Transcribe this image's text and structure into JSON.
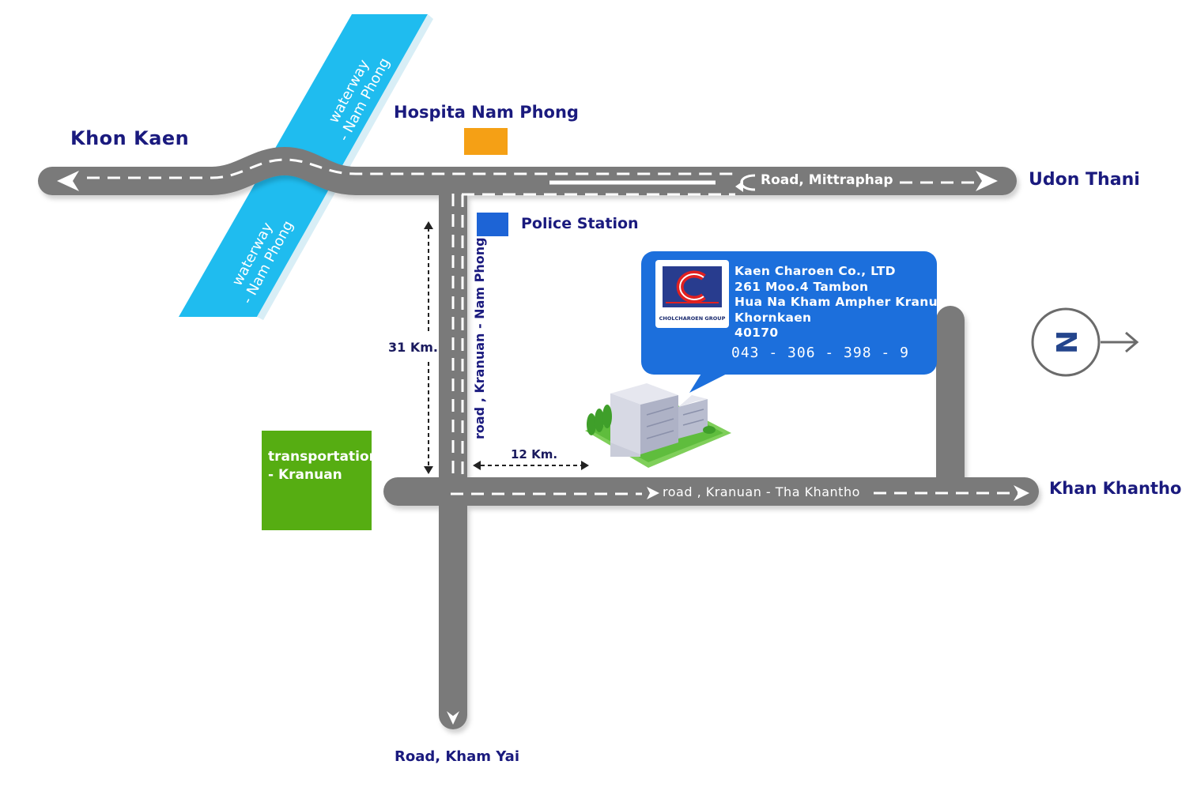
{
  "cities": {
    "khon_kaen": "Khon Kaen",
    "udon_thani": "Udon Thani",
    "khan_khantho": "Khan Khantho"
  },
  "roads": {
    "mittraphap": "Road, Mittraphap",
    "kranuan_nam_phong": "road , Kranuan - Nam Phong",
    "kranuan_tha_khantho": "road , Kranuan - Tha Khantho",
    "kham_yai": "Road, Kham Yai"
  },
  "waterway": {
    "upper_line1": "waterway",
    "upper_line2": "- Nam Phong",
    "lower_line1": "waterway",
    "lower_line2": "- Nam Phong"
  },
  "landmarks": {
    "hospital": "Hospita Nam Phong",
    "police": "Police Station",
    "transport_line1": "transportation",
    "transport_line2": "- Kranuan"
  },
  "distances": {
    "vertical": "31 Km.",
    "horizontal": "12 Km."
  },
  "company": {
    "name": "Kaen Charoen Co., LTD",
    "address_line1": "261 Moo.4 Tambon",
    "address_line2": "Hua Na Kham Ampher Kranuan",
    "address_line3": "Khornkaen",
    "postcode": "40170",
    "phone": "043 - 306 - 398 - 9",
    "logo_text": "CHOLCHAROEN GROUP"
  },
  "compass": {
    "letter": "N"
  },
  "colors": {
    "road": "#7a7a7a",
    "water": "#1fbcef",
    "hospital": "#f5a015",
    "police": "#1d64d6",
    "transport": "#56ad12",
    "callout": "#1c6fdc",
    "label": "#1a1a7e"
  }
}
